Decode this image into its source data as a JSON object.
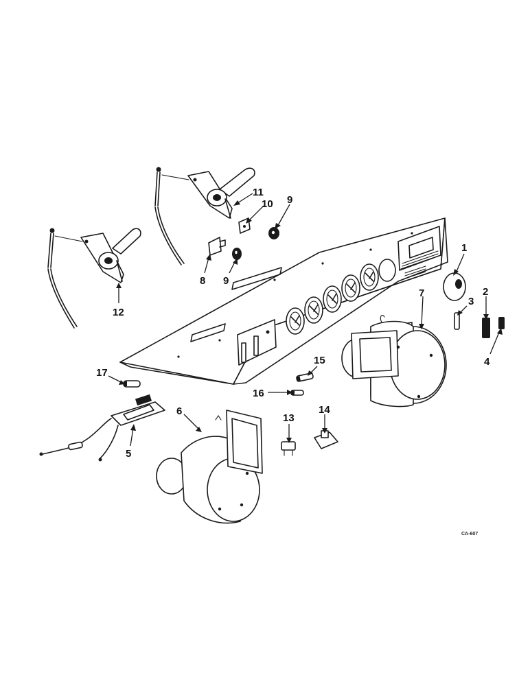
{
  "diagram": {
    "drawing_code": "CA-607",
    "callouts": [
      {
        "id": "1",
        "label": "1"
      },
      {
        "id": "2",
        "label": "2"
      },
      {
        "id": "3",
        "label": "3"
      },
      {
        "id": "4",
        "label": "4"
      },
      {
        "id": "5",
        "label": "5"
      },
      {
        "id": "6",
        "label": "6"
      },
      {
        "id": "7",
        "label": "7"
      },
      {
        "id": "8",
        "label": "8"
      },
      {
        "id": "9a",
        "label": "9"
      },
      {
        "id": "9b",
        "label": "9"
      },
      {
        "id": "10",
        "label": "10"
      },
      {
        "id": "11",
        "label": "11"
      },
      {
        "id": "12",
        "label": "12"
      },
      {
        "id": "13",
        "label": "13"
      },
      {
        "id": "14",
        "label": "14"
      },
      {
        "id": "15",
        "label": "15"
      },
      {
        "id": "16",
        "label": "16"
      },
      {
        "id": "17",
        "label": "17"
      }
    ]
  }
}
